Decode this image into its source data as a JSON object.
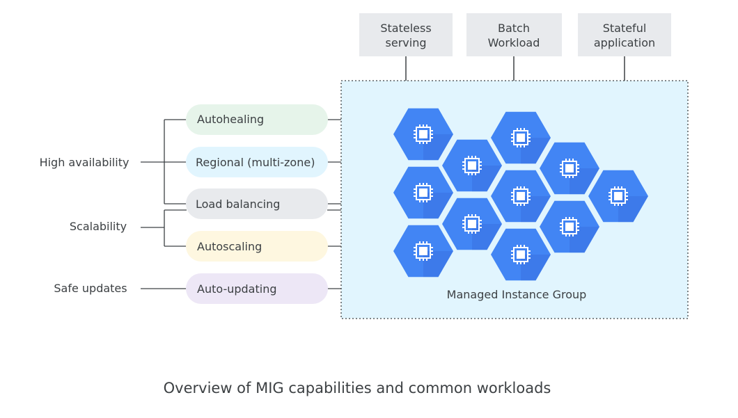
{
  "caption": "Overview of MIG capabilities and common workloads",
  "group_label": "Managed Instance Group",
  "workloads": [
    {
      "line1": "Stateless",
      "line2": "serving"
    },
    {
      "line1": "Batch",
      "line2": "Workload"
    },
    {
      "line1": "Stateful",
      "line2": "application"
    }
  ],
  "categories": {
    "high_availability": "High availability",
    "scalability": "Scalability",
    "safe_updates": "Safe updates"
  },
  "capabilities": [
    {
      "label": "Autohealing",
      "color": "#e6f4ea"
    },
    {
      "label": "Regional (multi-zone)",
      "color": "#e1f5fe"
    },
    {
      "label": "Load balancing",
      "color": "#e8eaed"
    },
    {
      "label": "Autoscaling",
      "color": "#fef7e0"
    },
    {
      "label": "Auto-updating",
      "color": "#ede7f6"
    }
  ],
  "colors": {
    "hex_fill": "#4285f4",
    "hex_shadow": "#3367d6",
    "group_bg": "#e1f5fe",
    "workload_bg": "#e8eaed",
    "line": "#3c4043"
  },
  "icons": {
    "instance": "compute-chip-icon"
  }
}
